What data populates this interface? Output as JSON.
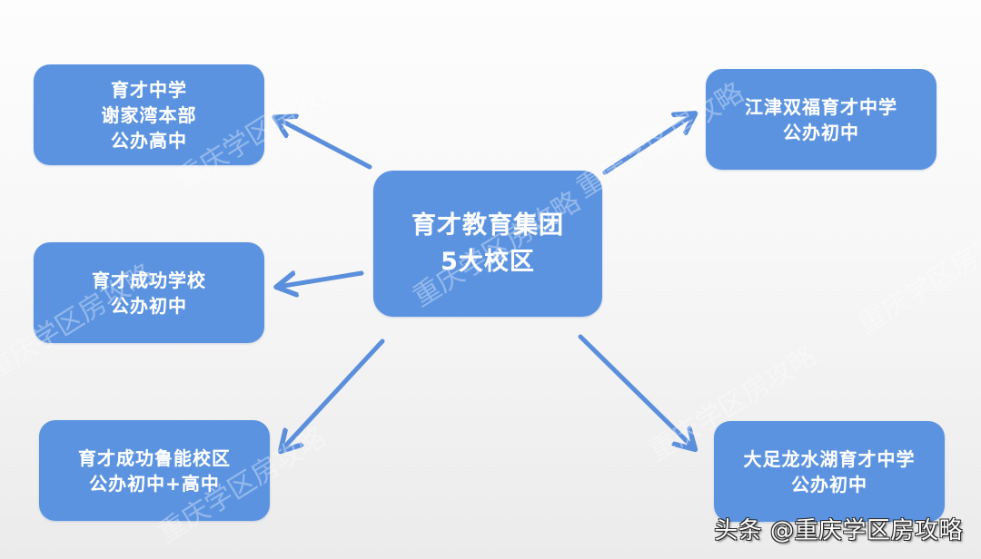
{
  "diagram": {
    "center": {
      "lines": [
        "育才教育集团",
        "5大校区"
      ]
    },
    "nodes": [
      {
        "id": "top-left",
        "lines": [
          "育才中学",
          "谢家湾本部",
          "公办高中"
        ]
      },
      {
        "id": "mid-left",
        "lines": [
          "育才成功学校",
          "公办初中"
        ]
      },
      {
        "id": "bottom-left",
        "lines": [
          "育才成功鲁能校区",
          "公办初中+高中"
        ]
      },
      {
        "id": "top-right",
        "lines": [
          "江津双福育才中学",
          "公办初中"
        ]
      },
      {
        "id": "bottom-right",
        "lines": [
          "大足龙水湖育才中学",
          "公办初中"
        ]
      }
    ],
    "colors": {
      "node_fill": "#5b93e0",
      "arrow": "#5b8fdc",
      "text": "#ffffff",
      "background": "#f5f5f5"
    }
  },
  "watermark": {
    "text": "重庆学区房攻略"
  },
  "credit": {
    "text": "头条 @重庆学区房攻略"
  }
}
